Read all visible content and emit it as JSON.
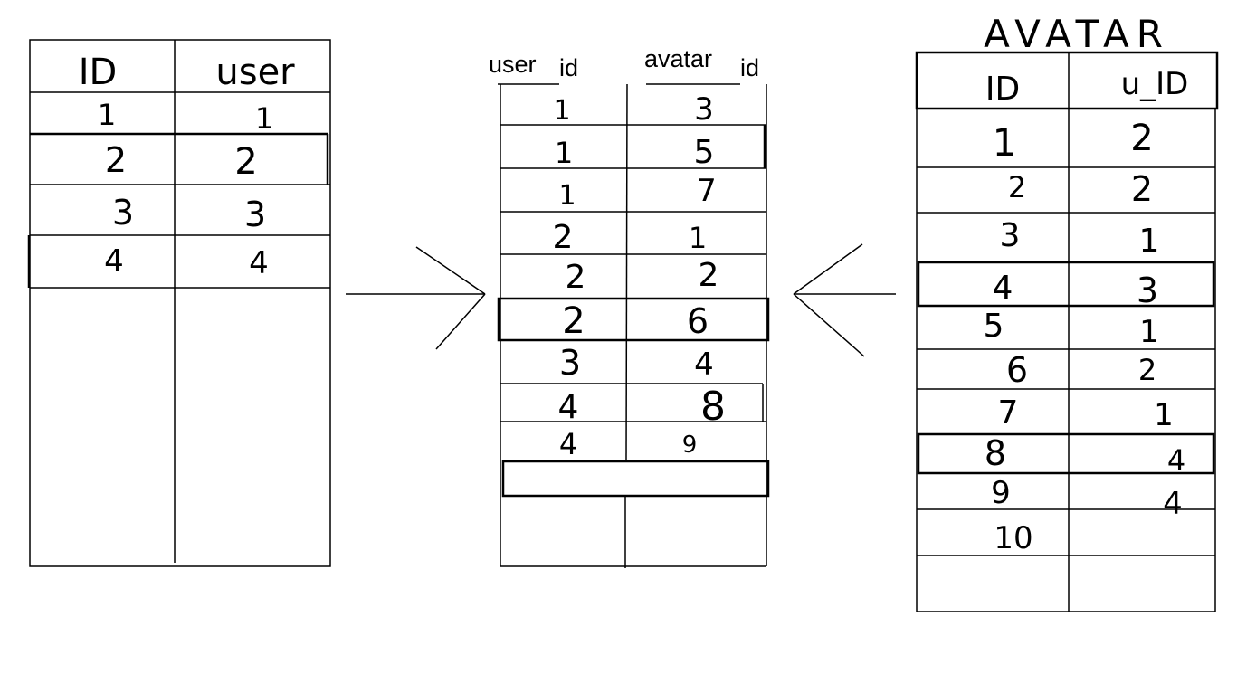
{
  "user_table": {
    "headers": [
      "ID",
      "user"
    ],
    "rows": [
      [
        "1",
        "1"
      ],
      [
        "2",
        "2"
      ],
      [
        "3",
        "3"
      ],
      [
        "4",
        "4"
      ]
    ]
  },
  "join_table": {
    "headers": [
      {
        "main": "user",
        "sub": "id"
      },
      {
        "main": "avatar",
        "sub": "id"
      }
    ],
    "rows": [
      [
        "1",
        "3"
      ],
      [
        "1",
        "5"
      ],
      [
        "1",
        "7"
      ],
      [
        "2",
        "1"
      ],
      [
        "2",
        "2"
      ],
      [
        "2",
        "6"
      ],
      [
        "3",
        "4"
      ],
      [
        "4",
        "8"
      ],
      [
        "4",
        "9"
      ]
    ]
  },
  "avatar_table": {
    "title": "AVATAR",
    "headers": [
      "ID",
      "u_ID"
    ],
    "rows": [
      [
        "1",
        "2"
      ],
      [
        "2",
        "2"
      ],
      [
        "3",
        "1"
      ],
      [
        "4",
        "3"
      ],
      [
        "5",
        "1"
      ],
      [
        "6",
        "2"
      ],
      [
        "7",
        "1"
      ],
      [
        "8",
        "4"
      ],
      [
        "9",
        "4"
      ],
      [
        "10",
        ""
      ]
    ]
  }
}
